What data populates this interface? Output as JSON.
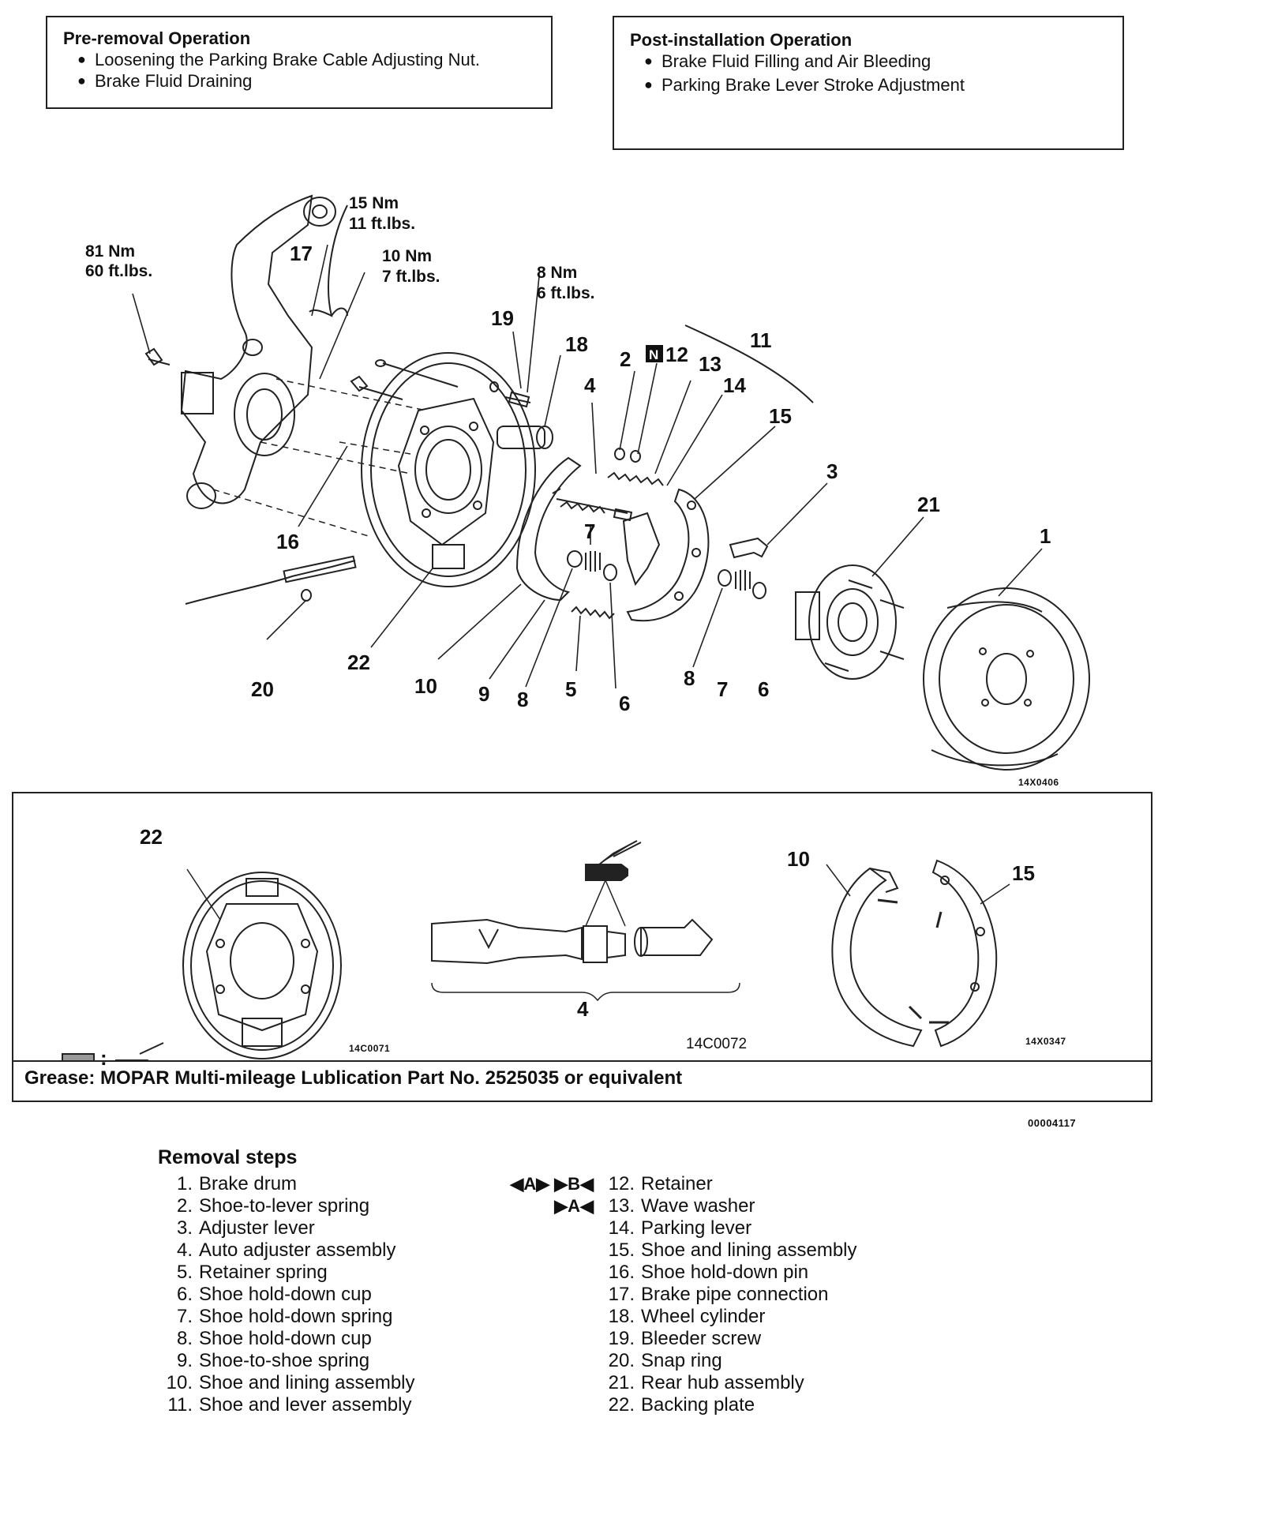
{
  "pre_removal": {
    "title": "Pre-removal Operation",
    "items": [
      "Loosening the Parking Brake Cable Adjusting Nut.",
      "Brake Fluid Draining"
    ]
  },
  "post_installation": {
    "title": "Post-installation Operation",
    "items": [
      "Brake Fluid Filling and Air Bleeding",
      "Parking Brake Lever Stroke Adjustment"
    ]
  },
  "torque": {
    "t81": [
      "81 Nm",
      "60 ft.lbs."
    ],
    "t15": [
      "15 Nm",
      "11 ft.lbs."
    ],
    "t10": [
      "10 Nm",
      "7 ft.lbs."
    ],
    "t8": [
      "8 Nm",
      "6 ft.lbs."
    ]
  },
  "callouts": {
    "c1": "1",
    "c2": "2",
    "c3": "3",
    "c4": "4",
    "c5": "5",
    "c6a": "6",
    "c6b": "6",
    "c7a": "7",
    "c7b": "7",
    "c8a": "8",
    "c8b": "8",
    "c9": "9",
    "c10": "10",
    "c11": "11",
    "c12": "12",
    "c12_badge": "N",
    "c13": "13",
    "c14": "14",
    "c15": "15",
    "c16": "16",
    "c17": "17",
    "c18": "18",
    "c19": "19",
    "c20": "20",
    "c21": "21",
    "c22": "22"
  },
  "figure_codes": {
    "main": "14X0406",
    "detail1": "14C0071",
    "detail2": "14C0072",
    "detail3": "14X0347",
    "overall": "00004117"
  },
  "detail": {
    "c22": "22",
    "c4": "4",
    "c10": "10",
    "c15": "15",
    "legend_colon": ":",
    "grease_note": "Grease: MOPAR Multi-mileage Lublication Part No. 2525035 or equivalent"
  },
  "removal": {
    "title": "Removal steps",
    "left": [
      {
        "num": "1.",
        "text": "Brake drum"
      },
      {
        "num": "2.",
        "text": "Shoe-to-lever spring"
      },
      {
        "num": "3.",
        "text": "Adjuster lever"
      },
      {
        "num": "4.",
        "text": "Auto adjuster assembly"
      },
      {
        "num": "5.",
        "text": "Retainer spring"
      },
      {
        "num": "6.",
        "text": "Shoe hold-down cup"
      },
      {
        "num": "7.",
        "text": "Shoe hold-down spring"
      },
      {
        "num": "8.",
        "text": "Shoe hold-down cup"
      },
      {
        "num": "9.",
        "text": "Shoe-to-shoe spring"
      },
      {
        "num": "10.",
        "text": "Shoe and lining assembly"
      },
      {
        "num": "11.",
        "text": "Shoe and lever assembly"
      }
    ],
    "right": [
      {
        "mark": "◀A▶  ▶B◀",
        "num": "12.",
        "text": "Retainer"
      },
      {
        "mark": "▶A◀",
        "num": "13.",
        "text": "Wave washer"
      },
      {
        "mark": "",
        "num": "14.",
        "text": "Parking lever"
      },
      {
        "mark": "",
        "num": "15.",
        "text": "Shoe and lining assembly"
      },
      {
        "mark": "",
        "num": "16.",
        "text": "Shoe hold-down pin"
      },
      {
        "mark": "",
        "num": "17.",
        "text": "Brake pipe connection"
      },
      {
        "mark": "",
        "num": "18.",
        "text": "Wheel cylinder"
      },
      {
        "mark": "",
        "num": "19.",
        "text": "Bleeder screw"
      },
      {
        "mark": "",
        "num": "20.",
        "text": "Snap ring"
      },
      {
        "mark": "",
        "num": "21.",
        "text": "Rear hub assembly"
      },
      {
        "mark": "",
        "num": "22.",
        "text": "Backing plate"
      }
    ]
  }
}
